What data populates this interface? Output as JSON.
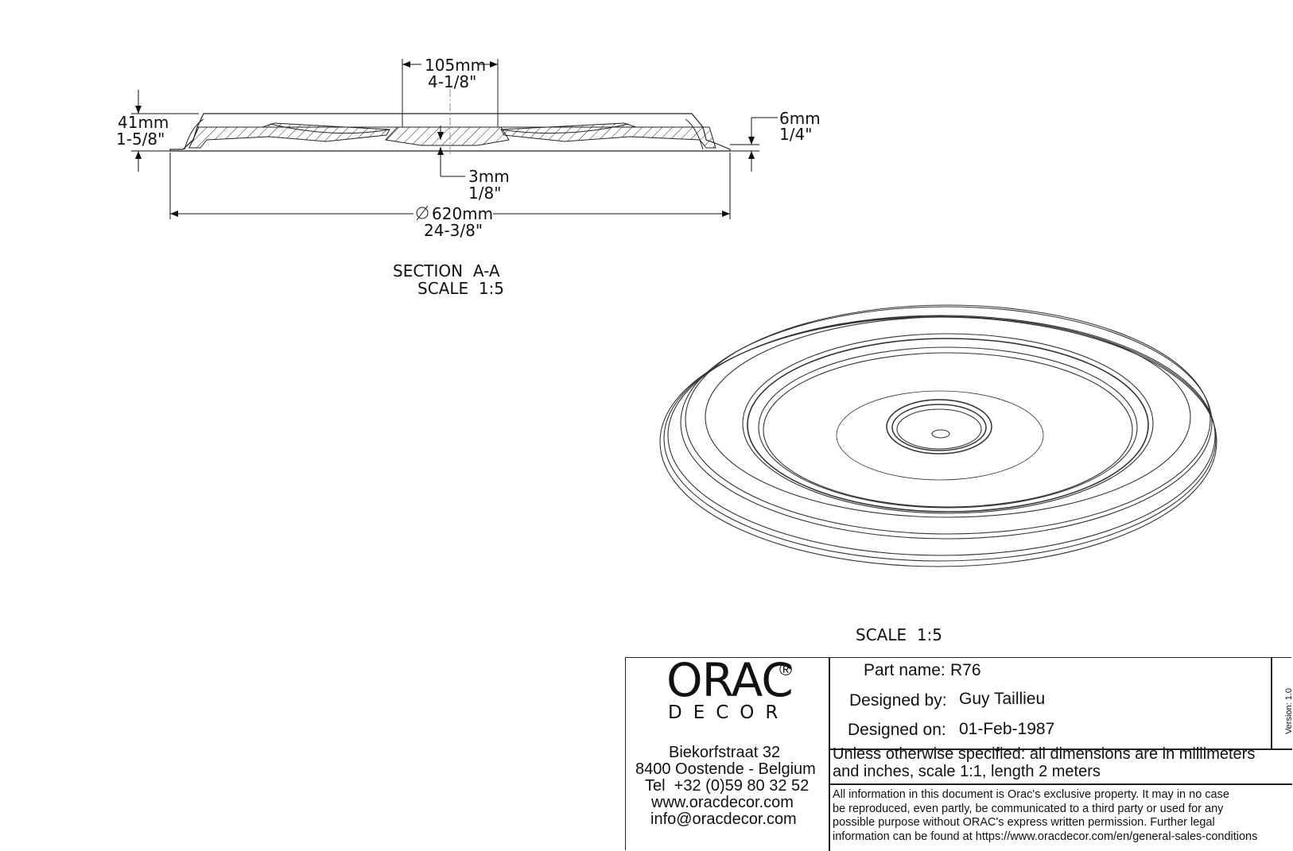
{
  "section_view": {
    "dim_hub_width_mm": "105mm",
    "dim_hub_width_in": "4-1/8\"",
    "dim_height_mm": "41mm",
    "dim_height_in": "1-5/8\"",
    "dim_edge_mm": "6mm",
    "dim_edge_in": "1/4\"",
    "dim_hole_mm": "3mm",
    "dim_hole_in": "1/8\"",
    "dim_diameter_mm": "620mm",
    "dim_diameter_in": "24-3/8\"",
    "section_label": "SECTION  A-A",
    "section_scale": "SCALE  1:5"
  },
  "iso_view": {
    "scale_label": "SCALE  1:5"
  },
  "title_block": {
    "logo_main": "ORAC",
    "logo_reg": "®",
    "logo_sub": "DECOR",
    "address_line1": "Biekorfstraat 32",
    "address_line2": "8400 Oostende - Belgium",
    "address_line3": "Tel  +32 (0)59 80 32 52",
    "address_line4": "www.oracdecor.com",
    "address_line5": "info@oracdecor.com",
    "part_name_label": "Part name:",
    "part_name_value": "R76",
    "designed_by_label": "Designed by:",
    "designed_by_value": "Guy Taillieu",
    "designed_on_label": "Designed on:",
    "designed_on_value": "01-Feb-1987",
    "version": "Version: 1.0",
    "note_line1": "Unless otherwise specified: all dimensions are in millimeters",
    "note_line2": "and inches, scale 1:1, length 2 meters",
    "legal_line1": "All information in this document is Orac's exclusive property.  It may in no case",
    "legal_line2": "be reproduced, even partly, be communicated to a third party or used for any",
    "legal_line3": "possible purpose without ORAC's express written permission. Further legal",
    "legal_line4": "information can be found at https://www.oracdecor.com/en/general-sales-conditions"
  }
}
